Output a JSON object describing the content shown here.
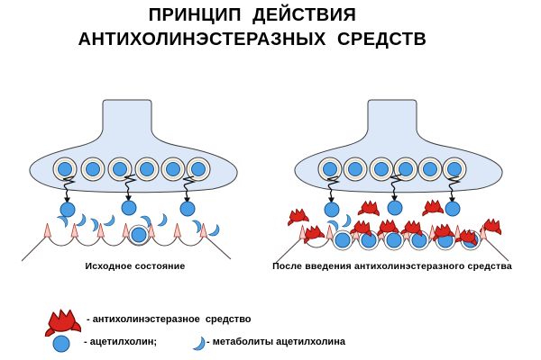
{
  "title": {
    "line1": "ПРИНЦИП  ДЕЙСТВИЯ",
    "line2": "АНТИХОЛИНЭСТЕРАЗНЫХ  СРЕДСТВ"
  },
  "panels": {
    "left": {
      "caption": "Исходное состояние"
    },
    "right": {
      "caption": "После введения антихолинэстеразного средства"
    }
  },
  "legend": {
    "items": [
      {
        "icon": "anticholinesterase-agent-icon",
        "label": "- антихолинэстеразное  средство"
      },
      {
        "icon": "acetylcholine-icon",
        "label": "- ацетилхолин;"
      },
      {
        "icon": "acetylcholine-metabolites-icon",
        "label": "- метаболиты ацетилхолина"
      }
    ]
  },
  "colors": {
    "terminal-fill": "#dce8f7",
    "outline": "#3f3f3f",
    "vesicle-ring": "#e4cfae",
    "ach-blue": "#4a9fe4",
    "ach-stroke": "#17528f",
    "metabolite-blue": "#55a4e2",
    "spike-pink": "#f6cfc9",
    "spike-stroke": "#b23c30",
    "agent-red": "#d9251d",
    "agent-stroke": "#6e0b08",
    "membrane": "#564545",
    "text": "#000000"
  }
}
